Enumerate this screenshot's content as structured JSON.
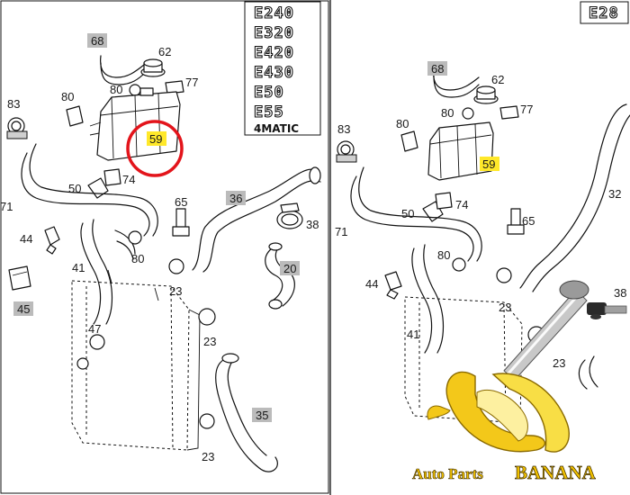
{
  "left_panel": {
    "models": [
      "E240",
      "E320",
      "E420",
      "E430",
      "E50",
      "E55",
      "4MATIC"
    ],
    "callouts": {
      "p68": "68",
      "p62": "62",
      "p80a": "80",
      "p77": "77",
      "p83": "83",
      "p80b": "80",
      "p59": "59",
      "p50": "50",
      "p74": "74",
      "p71": "71",
      "p65": "65",
      "p36": "36",
      "p38": "38",
      "p44": "44",
      "p80c": "80",
      "p20": "20",
      "p41": "41",
      "p45": "45",
      "p23a": "23",
      "p47": "47",
      "p23b": "23",
      "p35": "35",
      "p23c": "23"
    }
  },
  "right_panel": {
    "models": [
      "E28"
    ],
    "callouts": {
      "p68": "68",
      "p62": "62",
      "p80a": "80",
      "p77": "77",
      "p83": "83",
      "p80b": "80",
      "p59": "59",
      "p32": "32",
      "p50": "50",
      "p74": "74",
      "p65": "65",
      "p71": "71",
      "p80c": "80",
      "p38": "38",
      "p44": "44",
      "p23a": "23",
      "p41": "41",
      "p23b": "23"
    }
  },
  "highlight_color": "#ffe82a",
  "circle_color": "#e3141b",
  "watermark": {
    "brand_prefix": "Auto Parts",
    "brand_name": "BANANA"
  }
}
